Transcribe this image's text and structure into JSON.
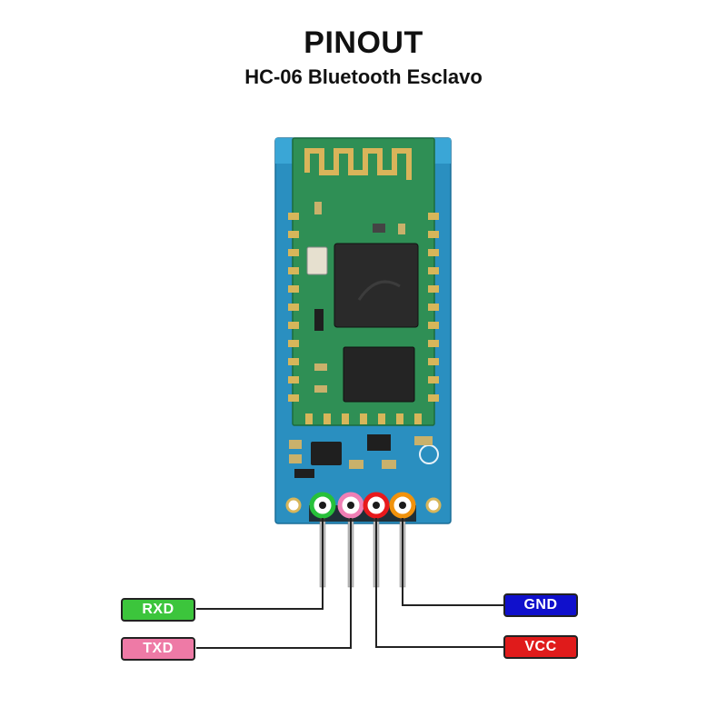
{
  "title": "PINOUT",
  "subtitle": "HC-06 Bluetooth Esclavo",
  "pins": {
    "rxd": {
      "label": "RXD",
      "color": "#3cc53c"
    },
    "txd": {
      "label": "TXD",
      "color": "#ee7aa6"
    },
    "vcc": {
      "label": "VCC",
      "color": "#e01b1b"
    },
    "gnd": {
      "label": "GND",
      "color": "#1010cc"
    }
  },
  "pin_ring_colors": {
    "rxd": "#27c03a",
    "txd": "#f07fb5",
    "vcc": "#e8191c",
    "gnd": "#f0920c"
  }
}
